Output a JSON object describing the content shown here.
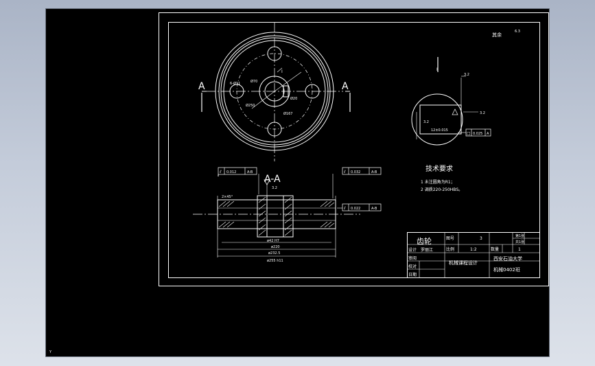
{
  "viewport": {
    "background": "#000000",
    "line_color": "#ffffff",
    "corner_label": "Y"
  },
  "front_view": {
    "section_marks": [
      "A",
      "A"
    ],
    "dims": [
      "6-Ø11",
      "Ø70",
      "Ø250",
      "Ø167",
      "Ø20"
    ],
    "detail_mark": "I"
  },
  "section_view": {
    "title": "A-A",
    "flatness_tags": [
      {
        "sym": "⫽",
        "tol": "0.012",
        "ref": "A-B"
      },
      {
        "sym": "⫽",
        "tol": "0.032",
        "ref": "A-B"
      },
      {
        "sym": "⫽",
        "tol": "0.022",
        "ref": "A-B"
      }
    ],
    "chamfer": "2×45°",
    "roughness": "3.2",
    "dims": [
      "ø42 H7",
      "ø220",
      "ø232.5",
      "ø255 h11"
    ]
  },
  "detail_view": {
    "mark": "I",
    "roughness": [
      "3.2",
      "3.2"
    ],
    "width_dim": "12±0.015",
    "tol_tag": {
      "sym": "□",
      "tol": "0.025",
      "ref": "A"
    },
    "side_dim": "3.2"
  },
  "roughness_note": {
    "label": "其余",
    "value": "6.3"
  },
  "tech_req": {
    "title": "技术要求",
    "items": [
      "1 未注圆角为R1；",
      "2 调质220-250HBS。"
    ]
  },
  "title_block": {
    "part_name": "齿轮",
    "fig_no_label": "图号",
    "fig_no": "3",
    "sheet_no": "第1张",
    "sheet_total": "共1张",
    "scale_label": "比例",
    "scale": "1:2",
    "qty_label": "数量",
    "qty": "1",
    "rows": [
      "设计",
      "审阅",
      "校对",
      "日期"
    ],
    "designer": "罗丽江",
    "course": "机械课程设计",
    "school": "西安石油大学",
    "class_name": "机械0402班"
  }
}
